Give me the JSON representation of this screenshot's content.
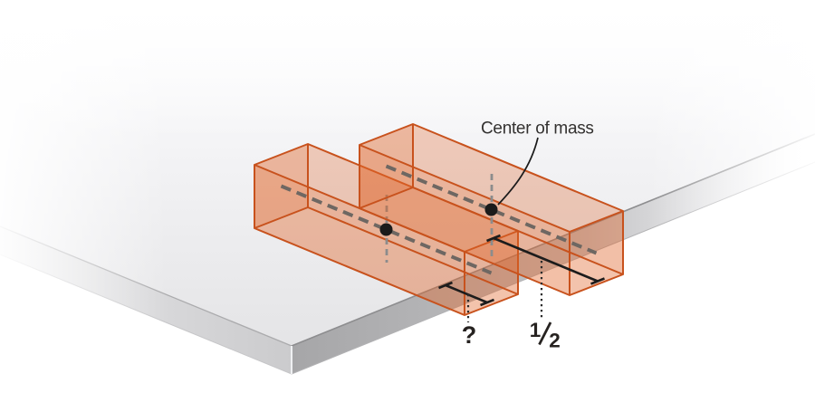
{
  "diagram": {
    "type": "physics-illustration",
    "subject": "bricks-overhanging-table-edge",
    "labels": {
      "center_of_mass": "Center of mass",
      "unknown_overhang": "?",
      "half_numerator": "1",
      "half_denominator": "2"
    },
    "markers": {
      "top_brick_center_of_mass": "dot",
      "bottom_brick_center_of_mass": "dot"
    },
    "colors": {
      "background": "#ffffff",
      "brick_fill": "#e06428",
      "brick_outline": "#c8521d",
      "table_top": "#e4e4e6",
      "table_side_dark": "#a6a6a8",
      "table_side_light": "#d0d0d2",
      "annotation_black": "#1c1c1c",
      "axis_dash_gray": "#6e6762",
      "vertical_dash_gray": "#8c8c8c",
      "label_text": "#262220"
    }
  }
}
